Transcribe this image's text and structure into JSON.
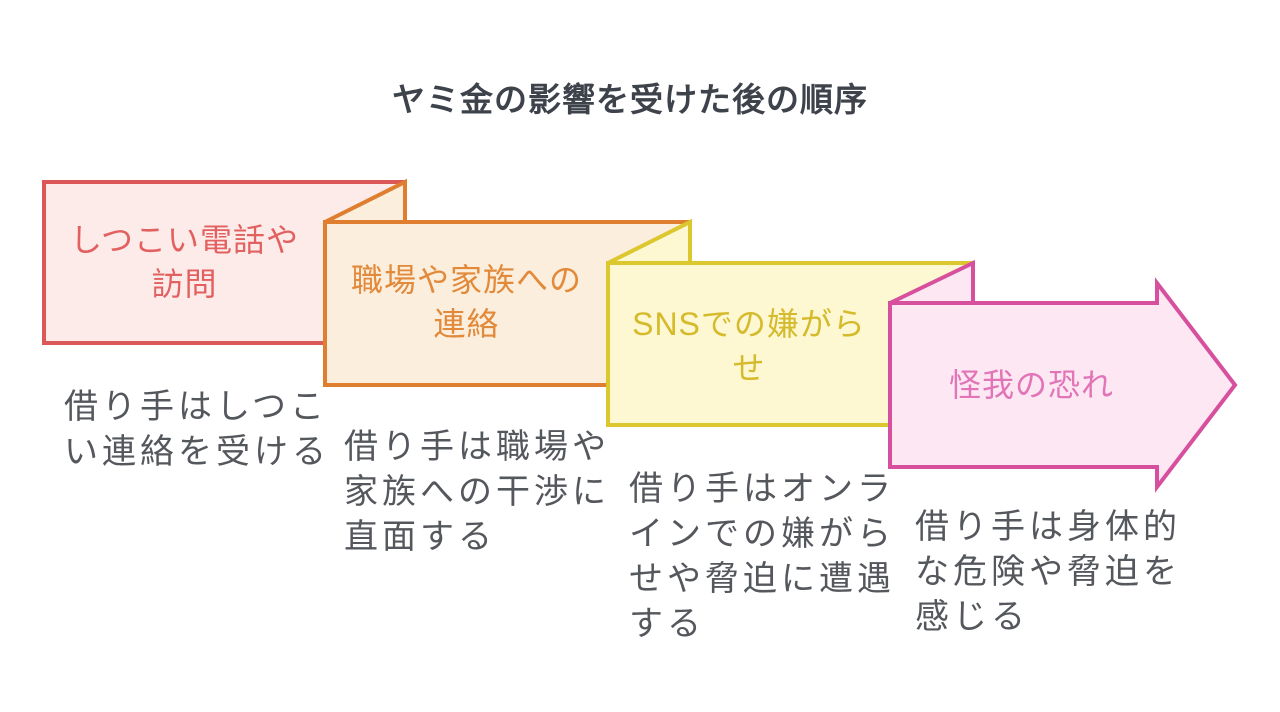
{
  "title": "ヤミ金の影響を受けた後の順序",
  "title_color": "#3e434b",
  "description_color": "#54575c",
  "background_color": "#ffffff",
  "steps": [
    {
      "order": 1,
      "label": "しつこい電話や訪問",
      "description": "借り手はしつこい連絡を受ける",
      "fill": "#fcebe9",
      "border": "#dc5757",
      "label_color": "#e26060",
      "shape": "folded-panel"
    },
    {
      "order": 2,
      "label": "職場や家族への連絡",
      "description": "借り手は職場や家族への干渉に直面する",
      "fill": "#fbeedc",
      "border": "#de7e2e",
      "label_color": "#e2893a",
      "shape": "folded-panel"
    },
    {
      "order": 3,
      "label": "SNSでの嫌がらせ",
      "description": "借り手はオンラインでの嫌がらせや脅迫に遭遇する",
      "fill": "#fdf7d2",
      "border": "#ddc72e",
      "label_color": "#d5ba2b",
      "shape": "folded-panel"
    },
    {
      "order": 4,
      "label": "怪我の恐れ",
      "description": "借り手は身体的な危険や脅迫を感じる",
      "fill": "#fce7f3",
      "border": "#d6509e",
      "label_color": "#e175b7",
      "shape": "arrow-right"
    }
  ]
}
